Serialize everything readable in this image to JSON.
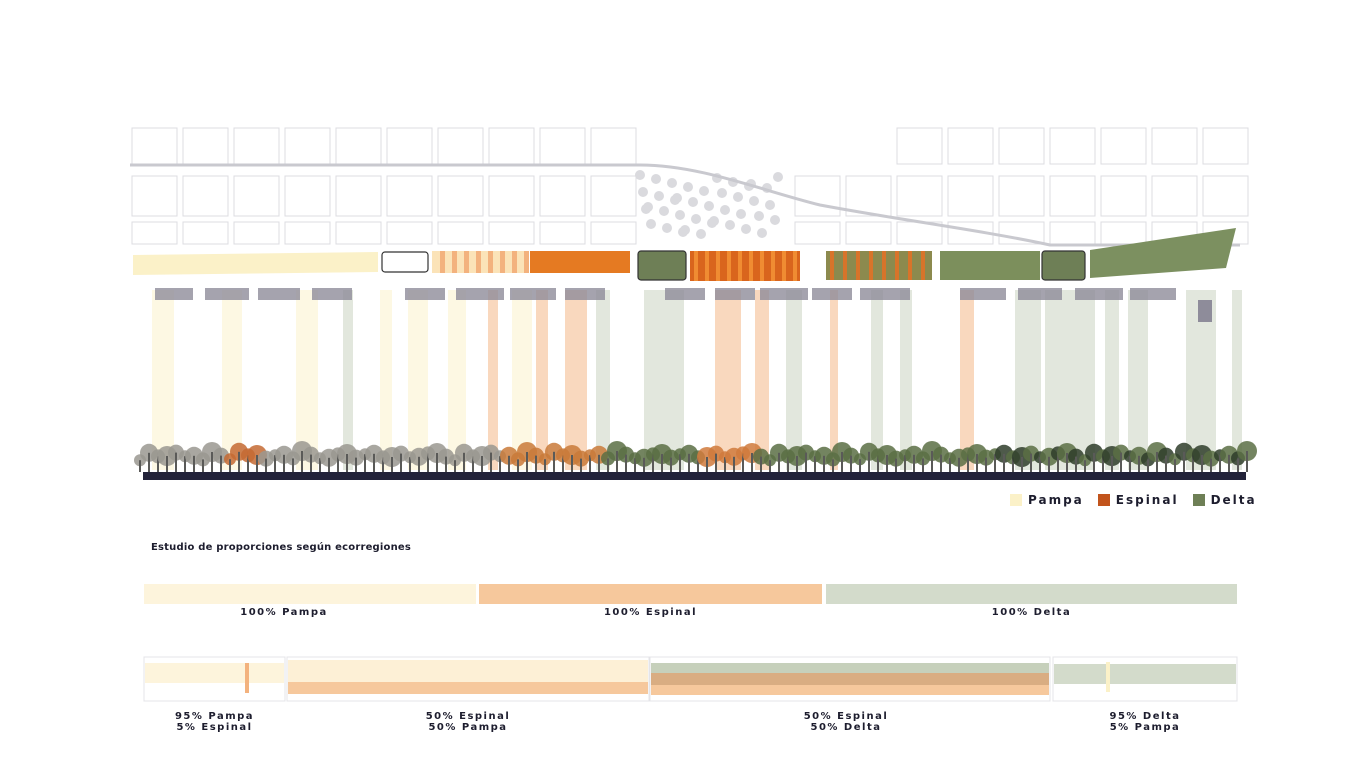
{
  "legend": {
    "items": [
      {
        "label": "Pampa",
        "color": "#fbf1c8"
      },
      {
        "label": "Espinal",
        "color": "#c2541c"
      },
      {
        "label": "Delta",
        "color": "#6e7f56"
      }
    ]
  },
  "study": {
    "title": "Estudio de proporciones según ecorregiones",
    "pure_bars": [
      {
        "label": "100% Pampa",
        "color": "#fdf4dc"
      },
      {
        "label": "100% Espinal",
        "color": "#f6c89c"
      },
      {
        "label": "100% Delta",
        "color": "#d3dbcb"
      }
    ],
    "mixed_bars": [
      {
        "line1": "95% Pampa",
        "line2": "5% Espinal"
      },
      {
        "line1": "50% Espinal",
        "line2": "50% Pampa"
      },
      {
        "line1": "50% Espinal",
        "line2": "50% Delta"
      },
      {
        "line1": "95% Delta",
        "line2": "5% Pampa"
      }
    ]
  },
  "colors": {
    "pampa": "#fbf1c8",
    "espinal": "#c2541c",
    "espinal_light": "#f3b27e",
    "delta": "#6e7f56",
    "delta_light": "#c6d0bb",
    "ground": "#23233a",
    "building": "#8e8c9a"
  }
}
